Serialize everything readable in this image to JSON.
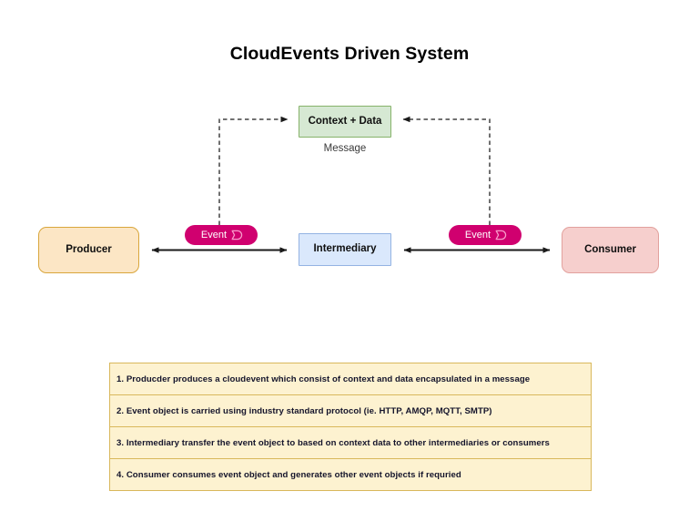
{
  "page": {
    "title": "CloudEvents Driven System",
    "background": "#ffffff"
  },
  "diagram": {
    "nodes": [
      {
        "id": "context-data",
        "label": "Context + Data",
        "fill": "#d6e8d3",
        "stroke": "#86b36a",
        "shape": "rectangle"
      },
      {
        "id": "producer",
        "label": "Producer",
        "fill": "#fce6c5",
        "stroke": "#d9a63c",
        "shape": "rounded-rectangle"
      },
      {
        "id": "intermediary",
        "label": "Intermediary",
        "fill": "#dae8fc",
        "stroke": "#94b3e3",
        "shape": "rectangle"
      },
      {
        "id": "consumer",
        "label": "Consumer",
        "fill": "#f6cfcd",
        "stroke": "#e2a19d",
        "shape": "rounded-rectangle"
      }
    ],
    "labels": [
      {
        "id": "message-label",
        "text": "Message"
      }
    ],
    "pills": [
      {
        "id": "event-pill-left",
        "label": "Event",
        "fill": "#d0006f",
        "text_color": "#ffffff",
        "glyph": "event-object-icon"
      },
      {
        "id": "event-pill-right",
        "label": "Event",
        "fill": "#d0006f",
        "text_color": "#ffffff",
        "glyph": "event-object-icon"
      }
    ],
    "edges": [
      {
        "id": "producer-intermediary",
        "style": "solid",
        "arrows": "both",
        "color": "#1a1a1a"
      },
      {
        "id": "intermediary-consumer",
        "style": "solid",
        "arrows": "both",
        "color": "#1a1a1a"
      },
      {
        "id": "left-event-to-message",
        "style": "dashed",
        "arrows": "end",
        "color": "#1a1a1a"
      },
      {
        "id": "right-event-to-message",
        "style": "dashed",
        "arrows": "end",
        "color": "#1a1a1a"
      }
    ]
  },
  "steps": {
    "fill": "#fdf2d0",
    "stroke": "#d9b85c",
    "rows": [
      "1. Producder produces a cloudevent which consist of context and data encapsulated in a message",
      "2. Event object is carried using industry standard protocol (ie. HTTP, AMQP, MQTT, SMTP)",
      "3. Intermediary transfer the event object to based on context data to other intermediaries or consumers",
      "4. Consumer consumes event object and generates other event objects if requried"
    ]
  }
}
